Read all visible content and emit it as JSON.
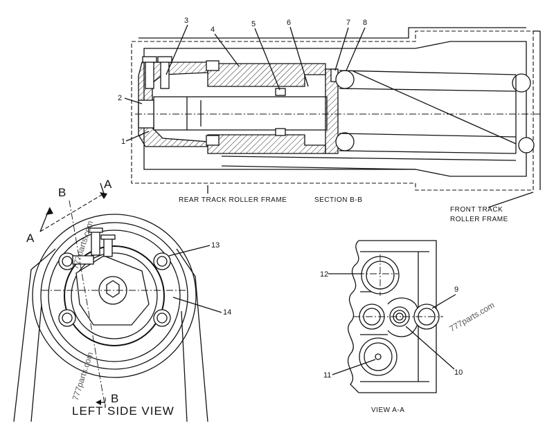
{
  "callouts": [
    "1",
    "2",
    "3",
    "4",
    "5",
    "6",
    "7",
    "8",
    "9",
    "10",
    "11",
    "12",
    "13",
    "14"
  ],
  "captions": {
    "rear_frame": "REAR TRACK ROLLER FRAME",
    "section": "SECTION B-B",
    "front_frame_line1": "FRONT TRACK",
    "front_frame_line2": "ROLLER FRAME",
    "view_aa": "VIEW A-A",
    "left_side_view": "LEFT SIDE VIEW"
  },
  "section_markers": {
    "a1": "A",
    "a2": "A",
    "b1": "B",
    "b2": "B"
  },
  "watermarks": [
    "777parts.com",
    "777parts.com",
    "777parts.com"
  ]
}
